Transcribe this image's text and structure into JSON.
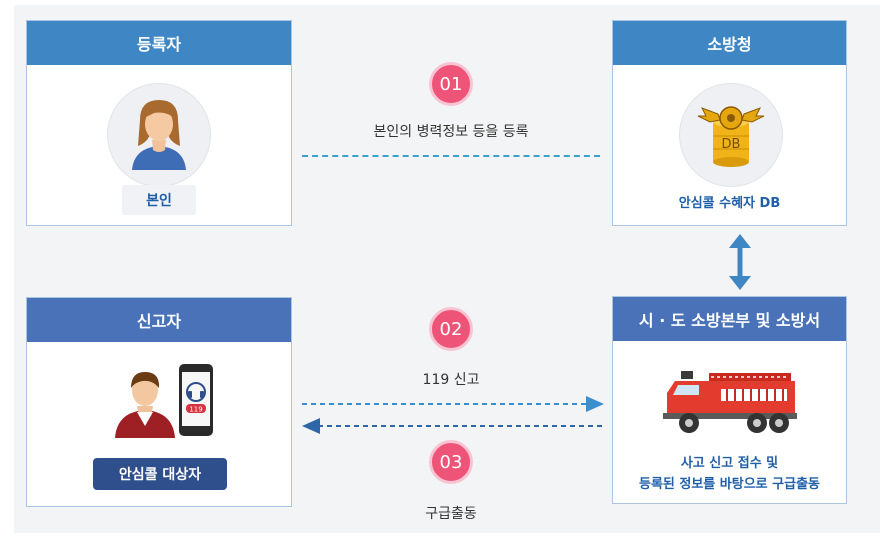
{
  "boxes": {
    "registrant": {
      "title": "등록자",
      "label": "본인"
    },
    "fire_hq": {
      "title": "소방청",
      "db_text": "DB",
      "label": "안심콜 수혜자 DB"
    },
    "reporter": {
      "title": "신고자",
      "label": "안심콜 대상자",
      "badge": "119"
    },
    "station": {
      "title": "시 · 도 소방본부 및 소방서",
      "caption_line1": "사고 신고 접수 및",
      "caption_line2": "등록된 정보를 바탕으로 구급출동"
    }
  },
  "steps": [
    {
      "number": "01",
      "text": "본인의 병력정보 등을 등록"
    },
    {
      "number": "02",
      "text": "119 신고"
    },
    {
      "number": "03",
      "text": "구급출동"
    }
  ],
  "colors": {
    "header_light": "#3f86c5",
    "header_dark": "#4a72b8",
    "step_pink": "#ee5478",
    "dash_blue": "#3aa0cc"
  }
}
